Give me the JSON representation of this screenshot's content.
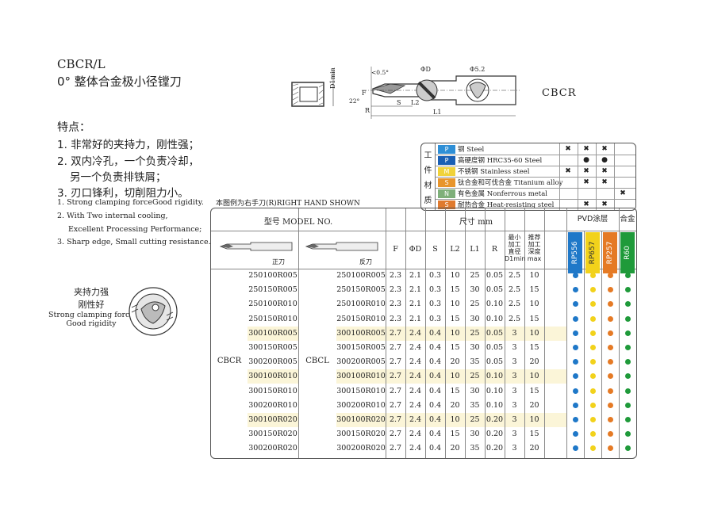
{
  "header": {
    "model_code": "CBCR/L",
    "subtitle": "0° 整体合金极小径镗刀",
    "diagram_tag": "CBCR"
  },
  "diagram_labels": {
    "d1min": "D1min",
    "angle_05": "<0.5°",
    "phi_d": "ΦD",
    "phi_52": "Φ5.2",
    "f": "F",
    "s": "S",
    "r": "R",
    "l2": "L2",
    "l1": "L1",
    "angle_22": "22°"
  },
  "features": {
    "heading": "特点：",
    "cn": [
      "1. 非常好的夹持力，刚性强；",
      "2. 双内冷孔，一个负责冷却，",
      "另一个负责排铁屑；",
      "3. 刃口锋利，切削阻力小。"
    ],
    "en": [
      "1. Strong clamping forceGood rigidity.",
      "2. With Two internal cooling,",
      "Excellent Processing Performance;",
      "3. Sharp edge, Small cutting resistance."
    ]
  },
  "clamp": {
    "cn1": "夹持力强",
    "cn2": "刚性好",
    "en1": "Strong clamping force",
    "en2": "Good rigidity"
  },
  "right_hand_note": "本图例为右手刀(R)RIGHT HAND SHOWN",
  "materials": {
    "side_label": [
      "工",
      "件",
      "材",
      "质"
    ],
    "rows": [
      {
        "badge": "P",
        "color": "#2f8fd6",
        "name": "钢 Steel",
        "marks": [
          "✖",
          "✖",
          "✖",
          ""
        ]
      },
      {
        "badge": "P",
        "color": "#1a5fb4",
        "name": "高硬度钢  HRC35-60 Steel",
        "marks": [
          "",
          "●",
          "●",
          ""
        ]
      },
      {
        "badge": "M",
        "color": "#f0d23a",
        "name": "不锈钢 Stainless steel",
        "marks": [
          "✖",
          "✖",
          "✖",
          ""
        ]
      },
      {
        "badge": "S",
        "color": "#e8952c",
        "name": "钛合金和可伐合金 Titanium alloy",
        "marks": [
          "",
          "✖",
          "✖",
          ""
        ]
      },
      {
        "badge": "N",
        "color": "#7fb07a",
        "name": "有色金属 Nonferrous metal",
        "marks": [
          "",
          "",
          "",
          "✖"
        ]
      },
      {
        "badge": "S",
        "color": "#e07a2e",
        "name": "耐热合金 Heat-resisting steel",
        "marks": [
          "",
          "✖",
          "✖",
          ""
        ]
      }
    ]
  },
  "table": {
    "model_header": "型号    MODEL NO.",
    "size_header": "尺寸  mm",
    "pvd_header": "PVD涂层",
    "alloy_header": "合金",
    "right_label": "正刀",
    "left_label": "反刀",
    "cols": [
      "F",
      "ΦD",
      "S",
      "L2",
      "L1",
      "R"
    ],
    "d1min_hdr": [
      "最",
      "小",
      "加",
      "工",
      "直",
      "径",
      "D1min"
    ],
    "max_hdr": [
      "推",
      "荐",
      "加",
      "工",
      "深",
      "度",
      "max"
    ],
    "coatings": [
      {
        "name": "RP556",
        "color": "#1f78c8"
      },
      {
        "name": "RP657",
        "color": "#f2d21b"
      },
      {
        "name": "RP257",
        "color": "#e57a25"
      },
      {
        "name": "R60",
        "color": "#1f9a3a"
      }
    ],
    "series_r": "CBCR",
    "series_l": "CBCL",
    "rows": [
      {
        "r": "250100R005",
        "l": "250100R005",
        "v": [
          "2.3",
          "2.1",
          "0.3",
          "10",
          "25",
          "0.05",
          "2.5",
          "10"
        ],
        "hl": false
      },
      {
        "r": "250150R005",
        "l": "250150R005",
        "v": [
          "2.3",
          "2.1",
          "0.3",
          "15",
          "30",
          "0.05",
          "2.5",
          "15"
        ],
        "hl": false
      },
      {
        "r": "250100R010",
        "l": "250100R010",
        "v": [
          "2.3",
          "2.1",
          "0.3",
          "10",
          "25",
          "0.10",
          "2.5",
          "10"
        ],
        "hl": false
      },
      {
        "r": "250150R010",
        "l": "250150R010",
        "v": [
          "2.3",
          "2.1",
          "0.3",
          "15",
          "30",
          "0.10",
          "2.5",
          "15"
        ],
        "hl": false
      },
      {
        "r": "300100R005",
        "l": "300100R005",
        "v": [
          "2.7",
          "2.4",
          "0.4",
          "10",
          "25",
          "0.05",
          "3",
          "10"
        ],
        "hl": true
      },
      {
        "r": "300150R005",
        "l": "300150R005",
        "v": [
          "2.7",
          "2.4",
          "0.4",
          "15",
          "30",
          "0.05",
          "3",
          "15"
        ],
        "hl": false
      },
      {
        "r": "300200R005",
        "l": "300200R005",
        "v": [
          "2.7",
          "2.4",
          "0.4",
          "20",
          "35",
          "0.05",
          "3",
          "20"
        ],
        "hl": false
      },
      {
        "r": "300100R010",
        "l": "300100R010",
        "v": [
          "2.7",
          "2.4",
          "0.4",
          "10",
          "25",
          "0.10",
          "3",
          "10"
        ],
        "hl": true
      },
      {
        "r": "300150R010",
        "l": "300150R010",
        "v": [
          "2.7",
          "2.4",
          "0.4",
          "15",
          "30",
          "0.10",
          "3",
          "15"
        ],
        "hl": false
      },
      {
        "r": "300200R010",
        "l": "300200R010",
        "v": [
          "2.7",
          "2.4",
          "0.4",
          "20",
          "35",
          "0.10",
          "3",
          "20"
        ],
        "hl": false
      },
      {
        "r": "300100R020",
        "l": "300100R020",
        "v": [
          "2.7",
          "2.4",
          "0.4",
          "10",
          "25",
          "0.20",
          "3",
          "10"
        ],
        "hl": true
      },
      {
        "r": "300150R020",
        "l": "300150R020",
        "v": [
          "2.7",
          "2.4",
          "0.4",
          "15",
          "30",
          "0.20",
          "3",
          "15"
        ],
        "hl": false
      },
      {
        "r": "300200R020",
        "l": "300200R020",
        "v": [
          "2.7",
          "2.4",
          "0.4",
          "20",
          "35",
          "0.20",
          "3",
          "20"
        ],
        "hl": false
      }
    ]
  }
}
